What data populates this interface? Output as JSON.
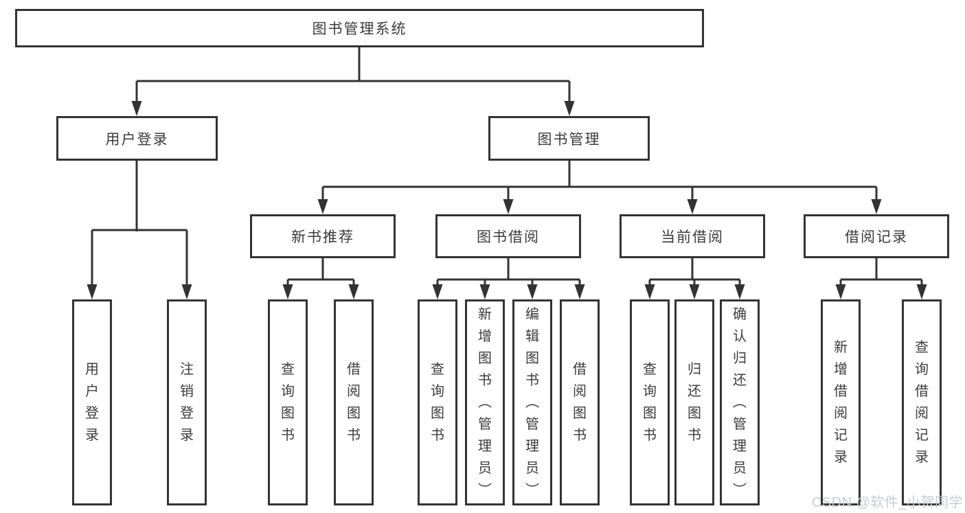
{
  "tree": {
    "root": "图书管理系统",
    "branches": [
      {
        "label": "用户登录",
        "children": [
          "用户登录",
          "注销登录"
        ]
      },
      {
        "label": "图书管理",
        "children": [
          {
            "label": "新书推荐",
            "children": [
              "查询图书",
              "借阅图书"
            ]
          },
          {
            "label": "图书借阅",
            "children": [
              "查询图书",
              "新增图书（管理员）",
              "编辑图书（管理员）",
              "借阅图书"
            ]
          },
          {
            "label": "当前借阅",
            "children": [
              "查询图书",
              "归还图书",
              "确认归还（管理员）"
            ]
          },
          {
            "label": "借阅记录",
            "children": [
              "新增借阅记录",
              "查询借阅记录"
            ]
          }
        ]
      }
    ]
  },
  "watermark": {
    "text": "CSDN @软件_小贺同学"
  },
  "colors": {
    "line": "#333333",
    "box_border": "#333333",
    "box_background": "#ffffff",
    "text": "#3b3b3e",
    "watermark": "#c6cbd4"
  }
}
